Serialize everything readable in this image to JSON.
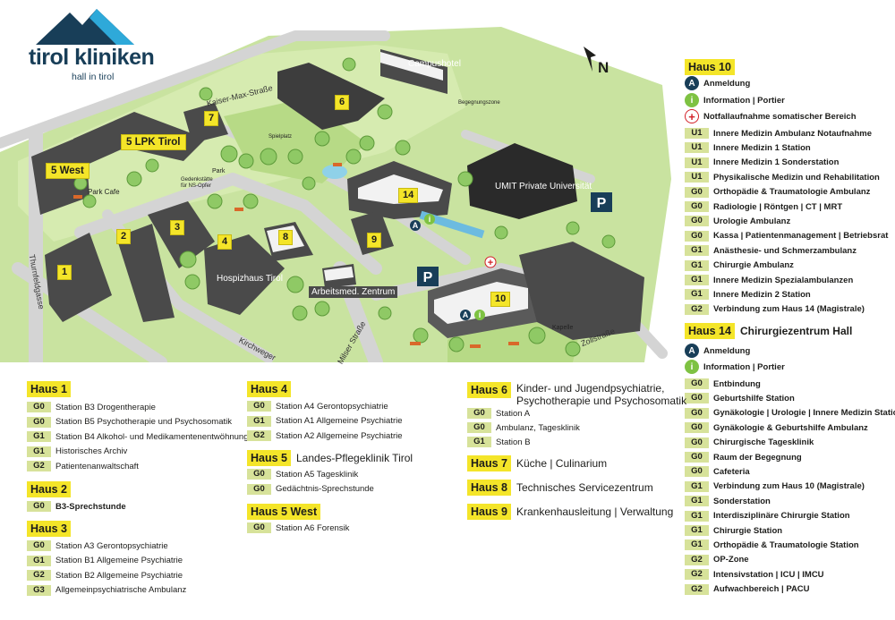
{
  "brand": {
    "name": "tirol kliniken",
    "sub": "hall in tirol"
  },
  "compass": {
    "label": "N"
  },
  "map_labels": {
    "campushotel": "Campushotel",
    "umit": "UMIT Private Universität",
    "hospizhaus": "Hospizhaus Tirol",
    "arbeitsmed": "Arbeitsmed. Zentrum",
    "park_cafe": "Park Cafe",
    "park": "Park",
    "spielplatz": "Spielplatz",
    "kapelle": "Kapelle",
    "kaiser_max": "Kaiser-Max-Straße",
    "thurnfeldgasse": "Thurnfeldgasse",
    "milser": "Milser Straße",
    "zollstrasse": "Zollstraße",
    "kirchweg": "Kirchweger",
    "gedenkstaette": "Gedenkstätte für NS-Opfer",
    "begegnung": "Begegnungszone"
  },
  "map_houses": {
    "h1": "1",
    "h2": "2",
    "h3": "3",
    "h4": "4",
    "h6": "6",
    "h7": "7",
    "h8": "8",
    "h9": "9",
    "h10": "10",
    "h14": "14",
    "lpk": "5 LPK Tirol",
    "west": "5 West"
  },
  "legend": {
    "haus1": {
      "badge": "Haus 1",
      "rows": [
        {
          "floor": "G0",
          "text": "Station B3 Drogentherapie"
        },
        {
          "floor": "G0",
          "text": "Station B5 Psychotherapie und Psychosomatik"
        },
        {
          "floor": "G1",
          "text": "Station B4 Alkohol- und Medikamentenentwöhnung"
        },
        {
          "floor": "G1",
          "text": "Historisches Archiv"
        },
        {
          "floor": "G2",
          "text": "Patientenanwaltschaft"
        }
      ]
    },
    "haus2": {
      "badge": "Haus 2",
      "rows": [
        {
          "floor": "G0",
          "text": "B3-Sprechstunde"
        }
      ]
    },
    "haus3": {
      "badge": "Haus 3",
      "rows": [
        {
          "floor": "G0",
          "text": "Station A3 Gerontopsychiatrie"
        },
        {
          "floor": "G1",
          "text": "Station B1 Allgemeine Psychiatrie"
        },
        {
          "floor": "G2",
          "text": "Station B2 Allgemeine Psychiatrie"
        },
        {
          "floor": "G3",
          "text": "Allgemeinpsychiatrische Ambulanz"
        }
      ]
    },
    "haus4": {
      "badge": "Haus 4",
      "rows": [
        {
          "floor": "G0",
          "text": "Station A4 Gerontopsychiatrie"
        },
        {
          "floor": "G1",
          "text": "Station A1 Allgemeine Psychiatrie"
        },
        {
          "floor": "G2",
          "text": "Station A2 Allgemeine Psychiatrie"
        }
      ]
    },
    "haus5": {
      "badge": "Haus 5",
      "title": "Landes-Pflegeklinik Tirol",
      "rows": [
        {
          "floor": "G0",
          "text": "Station A5 Tagesklinik"
        },
        {
          "floor": "G0",
          "text": "Gedächtnis-Sprechstunde"
        }
      ]
    },
    "haus5west": {
      "badge": "Haus 5 West",
      "rows": [
        {
          "floor": "G0",
          "text": "Station A6 Forensik"
        }
      ]
    },
    "haus6": {
      "badge": "Haus 6",
      "title_line1": "Kinder- und Jugendpsychiatrie,",
      "title_line2": "Psychotherapie und Psychosomatik",
      "rows": [
        {
          "floor": "G0",
          "text": "Station A"
        },
        {
          "floor": "G0",
          "text": "Ambulanz, Tagesklinik"
        },
        {
          "floor": "G1",
          "text": "Station B"
        }
      ]
    },
    "haus7": {
      "badge": "Haus 7",
      "title": "Küche | Culinarium"
    },
    "haus8": {
      "badge": "Haus 8",
      "title": "Technisches Servicezentrum"
    },
    "haus9": {
      "badge": "Haus 9",
      "title": "Krankenhausleitung | Verwaltung"
    },
    "haus10": {
      "badge": "Haus 10",
      "anmeldung": "Anmeldung",
      "information": "Information | Portier",
      "notfall": "Notfallaufnahme somatischer Bereich",
      "rows": [
        {
          "floor": "U1",
          "text": "Innere Medizin Ambulanz Notaufnahme"
        },
        {
          "floor": "U1",
          "text": "Innere Medizin 1 Station"
        },
        {
          "floor": "U1",
          "text": "Innere Medizin 1 Sonderstation"
        },
        {
          "floor": "U1",
          "text": "Physikalische Medizin und Rehabilitation"
        },
        {
          "floor": "G0",
          "text": "Orthopädie & Traumatologie Ambulanz"
        },
        {
          "floor": "G0",
          "text": "Radiologie | Röntgen | CT | MRT"
        },
        {
          "floor": "G0",
          "text": "Urologie Ambulanz"
        },
        {
          "floor": "G0",
          "text": "Kassa | Patientenmanagement | Betriebsrat"
        },
        {
          "floor": "G1",
          "text": "Anästhesie- und Schmerzambulanz"
        },
        {
          "floor": "G1",
          "text": "Chirurgie Ambulanz"
        },
        {
          "floor": "G1",
          "text": "Innere Medizin Spezialambulanzen"
        },
        {
          "floor": "G1",
          "text": "Innere Medizin 2 Station"
        },
        {
          "floor": "G2",
          "text": "Verbindung zum Haus 14 (Magistrale)"
        }
      ]
    },
    "haus14": {
      "badge": "Haus 14",
      "title": "Chirurgiezentrum Hall",
      "anmeldung": "Anmeldung",
      "information": "Information | Portier",
      "rows": [
        {
          "floor": "G0",
          "text": "Entbindung"
        },
        {
          "floor": "G0",
          "text": "Geburtshilfe Station"
        },
        {
          "floor": "G0",
          "text": "Gynäkologie | Urologie | Innere Medizin Station"
        },
        {
          "floor": "G0",
          "text": "Gynäkologie & Geburtshilfe Ambulanz"
        },
        {
          "floor": "G0",
          "text": "Chirurgische Tagesklinik"
        },
        {
          "floor": "G0",
          "text": "Raum der Begegnung"
        },
        {
          "floor": "G0",
          "text": "Cafeteria"
        },
        {
          "floor": "G1",
          "text": "Verbindung zum Haus 10 (Magistrale)"
        },
        {
          "floor": "G1",
          "text": "Sonderstation"
        },
        {
          "floor": "G1",
          "text": "Interdisziplinäre Chirurgie Station"
        },
        {
          "floor": "G1",
          "text": "Chirurgie Station"
        },
        {
          "floor": "G1",
          "text": "Orthopädie & Traumatologie Station"
        },
        {
          "floor": "G2",
          "text": "OP-Zone"
        },
        {
          "floor": "G2",
          "text": "Intensivstation | ICU | IMCU"
        },
        {
          "floor": "G2",
          "text": "Aufwachbereich | PACU"
        }
      ]
    }
  },
  "colors": {
    "badge": "#f4e529",
    "floor": "#d7e29a",
    "brand": "#183e58",
    "grass": "#c9e3a0",
    "road": "#d4d4d4",
    "building": "#4a4a4a"
  }
}
